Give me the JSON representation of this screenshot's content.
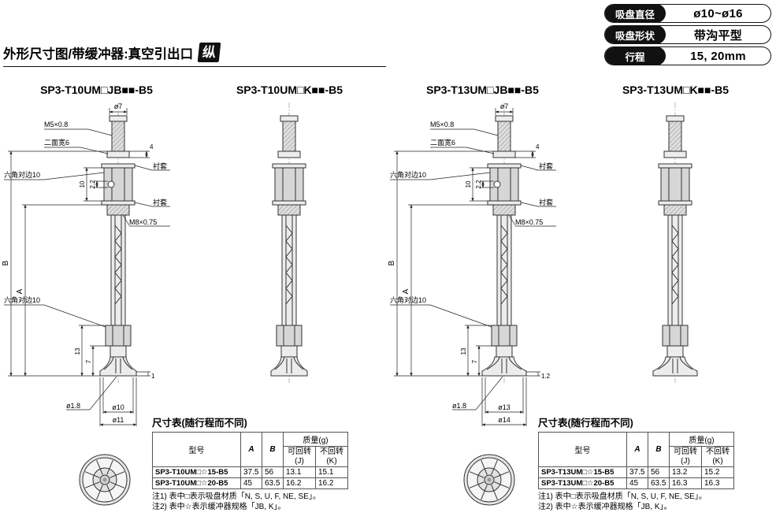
{
  "specs": {
    "items": [
      {
        "label": "吸盘直径",
        "value": "ø10~ø16"
      },
      {
        "label": "吸盘形状",
        "value": "带沟平型"
      },
      {
        "label": "行程",
        "value": "15, 20mm"
      }
    ]
  },
  "header": {
    "title": "外形尺寸图/带缓冲器:真空引出口",
    "badge": "纵"
  },
  "models": [
    {
      "name": "SP3-T10UM□JB■■-B5"
    },
    {
      "name": "SP3-T10UM□K■■-B5"
    },
    {
      "name": "SP3-T13UM□JB■■-B5"
    },
    {
      "name": "SP3-T13UM□K■■-B5"
    }
  ],
  "drawings": {
    "t10": {
      "dia_top": "ø7",
      "thread_top": "M5×0.8",
      "flat_width": "二面宽6",
      "dim_4": "4",
      "hex_top": "六角对边10",
      "bushing1": "衬套",
      "bushing2": "衬套",
      "dim_10": "10",
      "dim_2_2": "2.2",
      "thread_mid": "M8×0.75",
      "dim_b": "B",
      "dim_a": "A",
      "hex_bottom": "六角对边10",
      "dim_13": "13",
      "dim_7": "7",
      "dim_lip": "1",
      "dia_hole": "ø1.8",
      "dia_pad": "ø10",
      "dia_rim": "ø11"
    },
    "t13": {
      "dia_top": "ø7",
      "thread_top": "M5×0.8",
      "flat_width": "二面宽6",
      "dim_4": "4",
      "hex_top": "六角对边10",
      "bushing1": "衬套",
      "bushing2": "衬套",
      "dim_10": "10",
      "dim_2_2": "2.2",
      "thread_mid": "M8×0.75",
      "dim_b": "B",
      "dim_a": "A",
      "hex_bottom": "六角对边10",
      "dim_13": "13",
      "dim_7": "7",
      "dim_lip": "1.2",
      "dia_hole": "ø1.8",
      "dia_pad": "ø13",
      "dia_rim": "ø14"
    }
  },
  "tables": [
    {
      "title": "尺寸表(随行程而不同)",
      "col_model": "型号",
      "col_a": "A",
      "col_b": "B",
      "col_mass": "质量(g)",
      "col_j": "可回转",
      "col_j_sub": "(J)",
      "col_k": "不回转",
      "col_k_sub": "(K)",
      "rows": [
        {
          "model": "SP3-T10UM□☆15-B5",
          "a": "37.5",
          "b": "56",
          "j": "13.1",
          "k": "15.1"
        },
        {
          "model": "SP3-T10UM□☆20-B5",
          "a": "45",
          "b": "63.5",
          "j": "16.2",
          "k": "16.2"
        }
      ],
      "note1": "注1) 表中□表示吸盘材质「N, S, U, F, NE, SE」。",
      "note2": "注2) 表中☆表示缓冲器规格「JB, K」。"
    },
    {
      "title": "尺寸表(随行程而不同)",
      "col_model": "型号",
      "col_a": "A",
      "col_b": "B",
      "col_mass": "质量(g)",
      "col_j": "可回转",
      "col_j_sub": "(J)",
      "col_k": "不回转",
      "col_k_sub": "(K)",
      "rows": [
        {
          "model": "SP3-T13UM□☆15-B5",
          "a": "37.5",
          "b": "56",
          "j": "13.2",
          "k": "15.2"
        },
        {
          "model": "SP3-T13UM□☆20-B5",
          "a": "45",
          "b": "63.5",
          "j": "16.3",
          "k": "16.3"
        }
      ],
      "note1": "注1) 表中□表示吸盘材质「N, S, U, F, NE, SE」。",
      "note2": "注2) 表中☆表示缓冲器规格「JB, K」。"
    }
  ]
}
